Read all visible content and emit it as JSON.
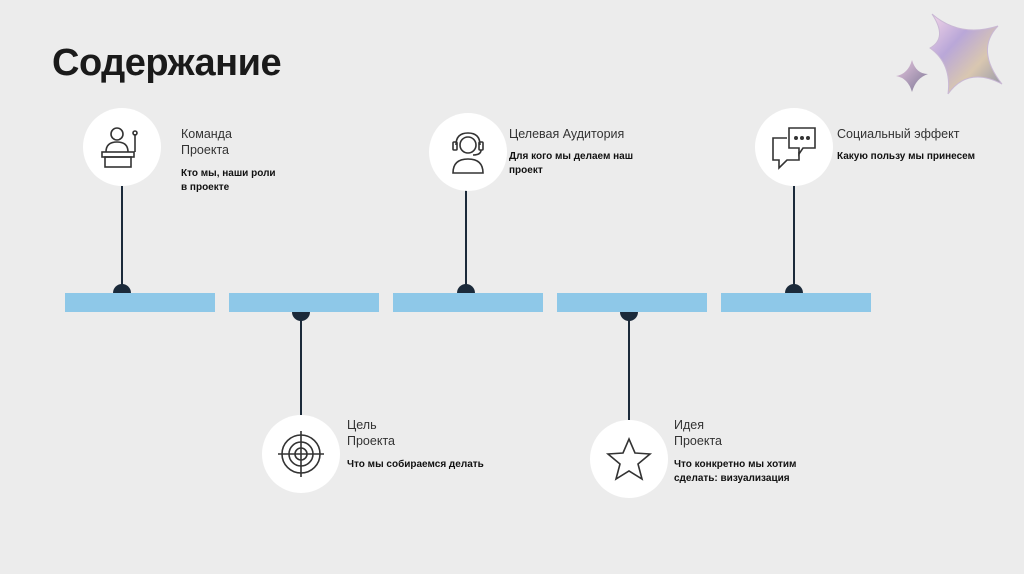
{
  "title": "Содержание",
  "accent_color": "#8ec8e8",
  "line_color": "#1b2a3a",
  "items": [
    {
      "label": "Команда\nПроекта",
      "description": "Кто мы, наши роли\nв проекте",
      "icon": "speaker-podium-icon"
    },
    {
      "label": "Цель\nПроекта",
      "description": "Что мы собираемся делать",
      "icon": "target-icon"
    },
    {
      "label": "Целевая Аудитория",
      "description": "Для кого мы делаем наш\nпроект",
      "icon": "headset-user-icon"
    },
    {
      "label": "Идея\nПроекта",
      "description": "Что конкретно мы хотим\nсделать: визуализация",
      "icon": "star-icon"
    },
    {
      "label": "Социальный эффект",
      "description": "Какую пользу мы принесем",
      "icon": "speech-bubbles-icon"
    }
  ]
}
